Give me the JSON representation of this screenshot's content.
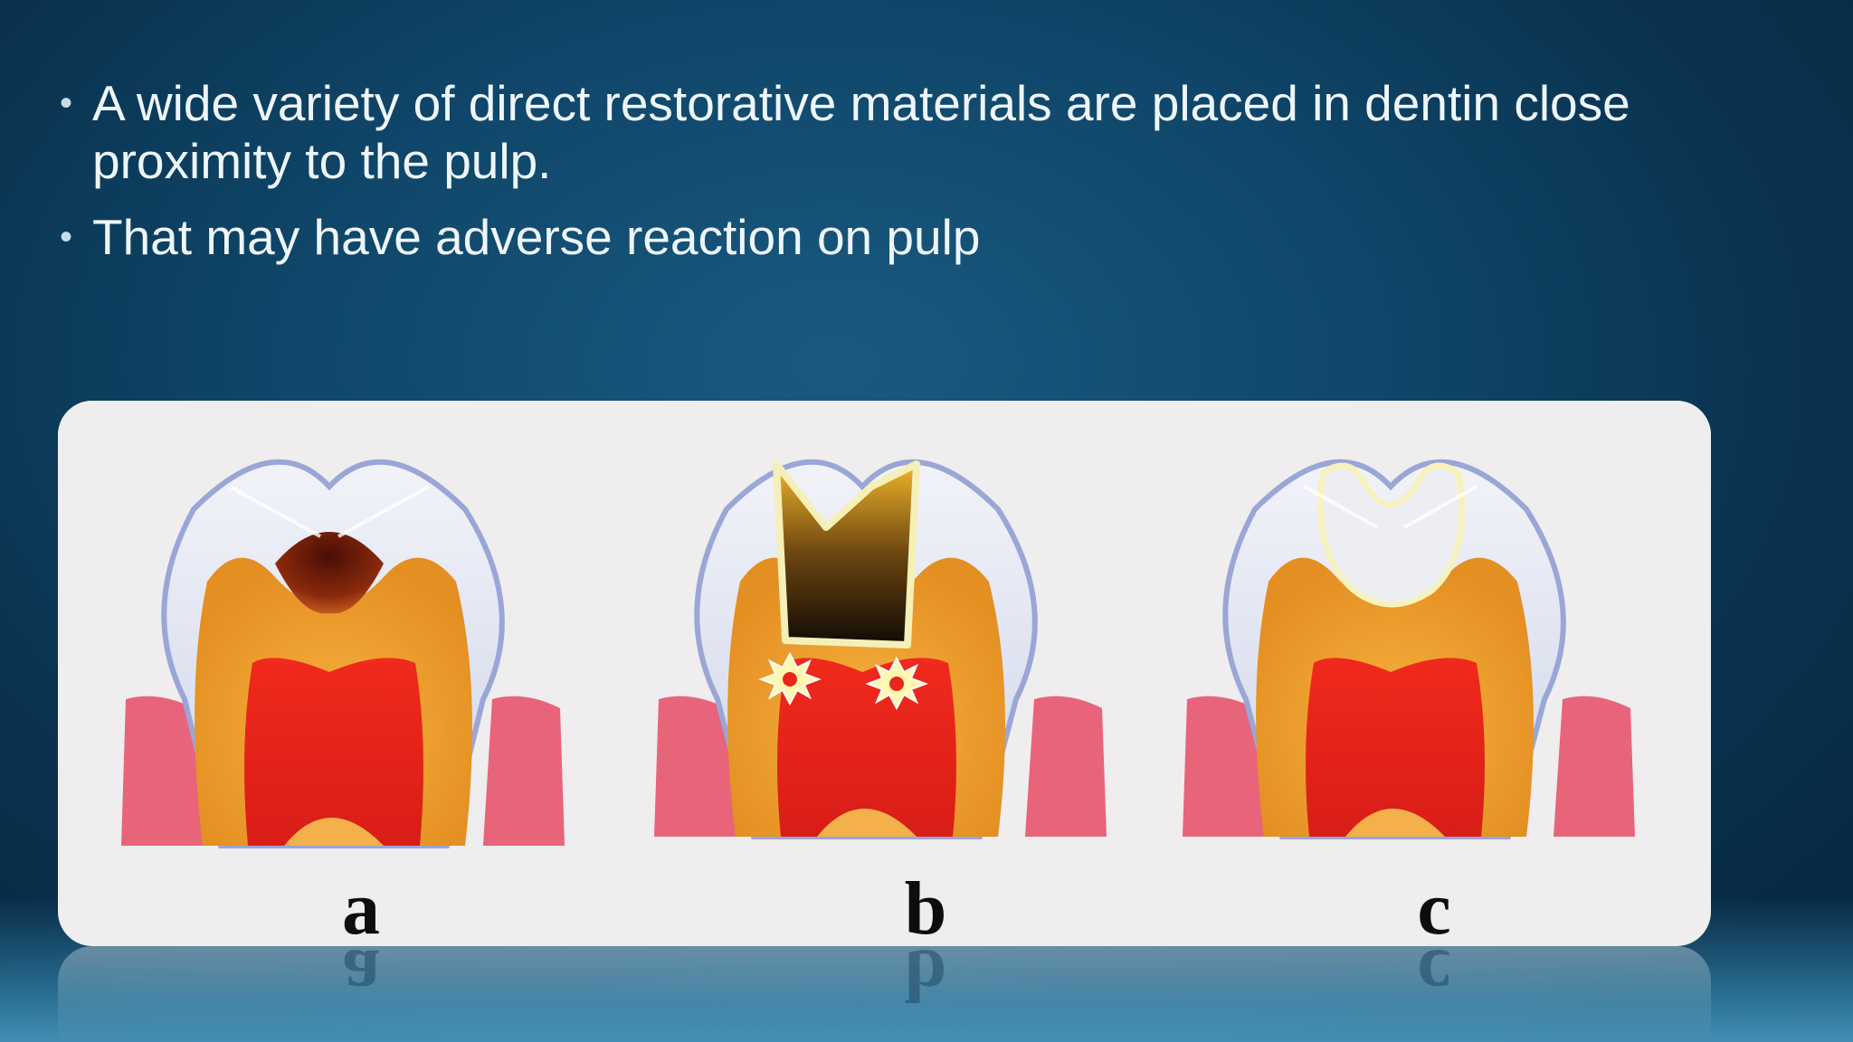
{
  "slide": {
    "bullets": [
      "A wide variety of direct restorative materials are placed in dentin close proximity to the pulp.",
      "That may have adverse reaction on pulp"
    ]
  },
  "figure": {
    "panels": [
      {
        "label": "a",
        "content": "carious lesion"
      },
      {
        "label": "b",
        "content": "dark restoration with pulp irritation"
      },
      {
        "label": "c",
        "content": "light restoration"
      }
    ]
  },
  "colors": {
    "background": "#0f4568",
    "text": "#eef6fb",
    "enamel": "#dfe4f2",
    "dentin": "#f0a030",
    "pulp": "#e8261c",
    "gum": "#e8647a"
  }
}
